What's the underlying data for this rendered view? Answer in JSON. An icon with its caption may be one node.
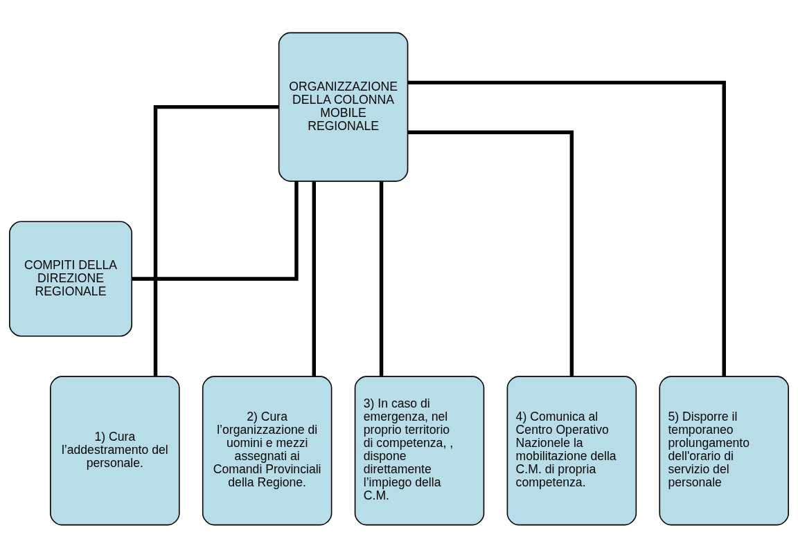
{
  "diagram": {
    "nodes": [
      {
        "text": [
          "ORGANIZZAZIONE DELLA COLONNA MOBILE REGIONALE"
        ]
      },
      {
        "text": [
          "COMPITI DELLA DIREZIONE REGIONALE"
        ]
      },
      {
        "text": [
          "1) Cura l’addestramento del personale."
        ]
      },
      {
        "text": [
          "2) Cura l’organizzazione di uomini e mezzi assegnati ai Comandi Provinciali della Regione."
        ]
      },
      {
        "text": [
          "3) In caso di emergenza, nel proprio territorio di competenza, , dispone direttamente l’impiego della C.M."
        ]
      },
      {
        "text": [
          "4) Comunica al Centro Operativo Nazionele la mobilitazione della C.M. di propria competenza."
        ]
      },
      {
        "text": [
          "5) Disporre il temporaneo prolungamento dell'orario di servizio del personale"
        ]
      }
    ],
    "edges": [
      {
        "from": 0,
        "to": 1,
        "arrow": "none"
      },
      {
        "from": 0,
        "to": 2,
        "arrow": "none"
      },
      {
        "from": 0,
        "to": 3,
        "arrow": "none"
      },
      {
        "from": 0,
        "to": 4,
        "arrow": "none"
      },
      {
        "from": 0,
        "to": 5,
        "arrow": "none"
      },
      {
        "from": 0,
        "to": 6,
        "arrow": "none"
      }
    ]
  }
}
